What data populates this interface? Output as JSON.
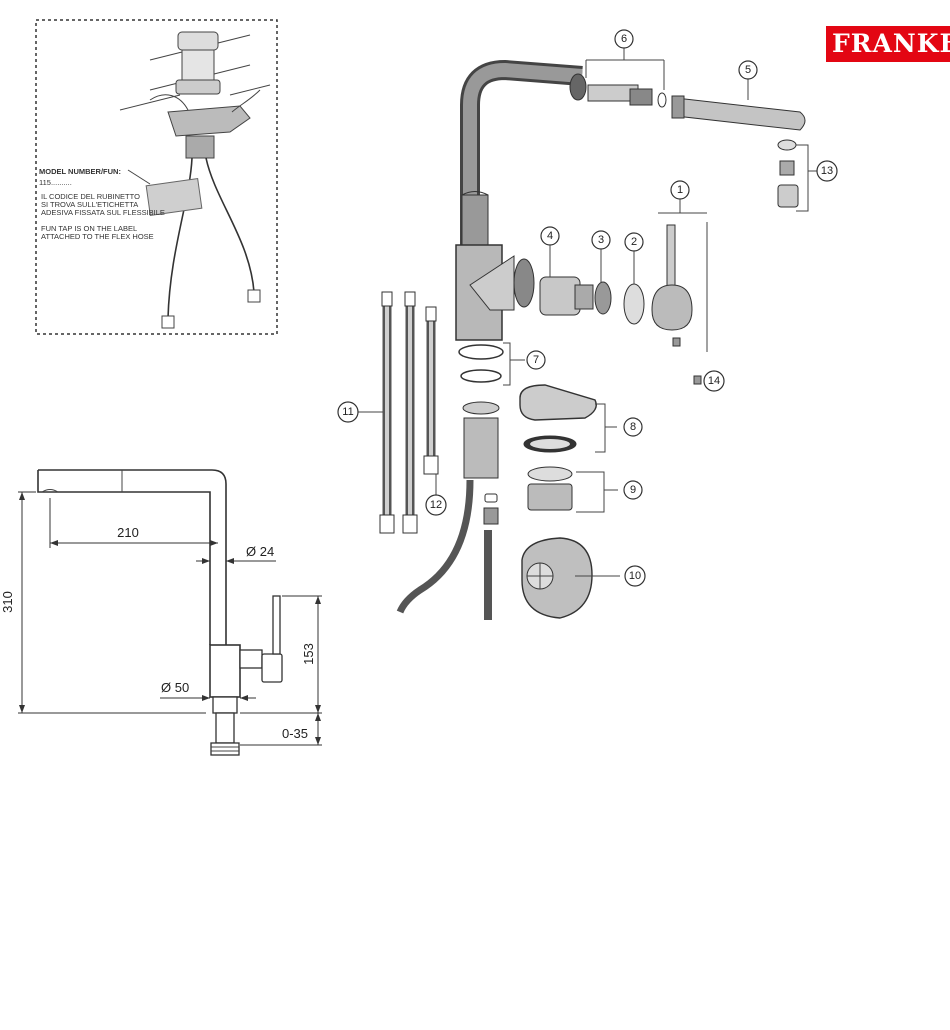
{
  "brand": {
    "logo_text": "FRANKE",
    "color": "#e30613"
  },
  "inset": {
    "model_label": "MODEL NUMBER/FUN:",
    "model_value": "115..........",
    "italian_line1": "IL CODICE DEL RUBINETTO",
    "italian_line2": "SI TROVA SULL'ETICHETTA",
    "italian_line3": "ADESIVA FISSATA SUL FLESSIBILE",
    "english_line1": "FUN TAP IS ON THE LABEL",
    "english_line2": "ATTACHED TO THE FLEX HOSE"
  },
  "dimensions": {
    "spout_reach": "210",
    "spout_diameter": "Ø 24",
    "total_height": "310",
    "lever_height": "153",
    "base_diameter": "Ø 50",
    "deck_thickness": "0-35"
  },
  "callouts": [
    "1",
    "2",
    "3",
    "4",
    "5",
    "6",
    "7",
    "8",
    "9",
    "10",
    "11",
    "12",
    "13",
    "14"
  ]
}
